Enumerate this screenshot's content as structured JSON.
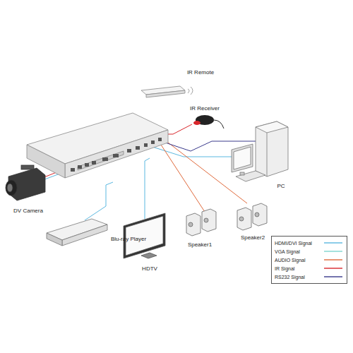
{
  "diagram": {
    "nodes": [
      {
        "text": [
          "IR Remote"
        ]
      },
      {
        "text": [
          "IR Receiver"
        ]
      },
      {
        "text": [
          "PC"
        ]
      },
      {
        "text": [
          "DV Camera"
        ]
      },
      {
        "text": [
          "Blu-ray Player"
        ]
      },
      {
        "text": [
          "HDTV"
        ]
      },
      {
        "text": [
          "Speaker1"
        ]
      },
      {
        "text": [
          "Speaker2"
        ]
      }
    ],
    "legend": [
      {
        "text": "HDMI/DVI Signal"
      },
      {
        "text": "VGA Signal"
      },
      {
        "text": "AUDIO Signal"
      },
      {
        "text": "IR Signal"
      },
      {
        "text": "RS232 Signal"
      }
    ]
  }
}
